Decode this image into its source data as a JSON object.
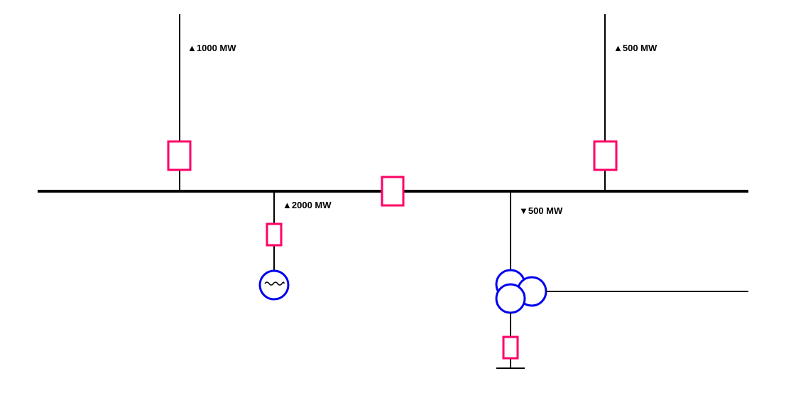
{
  "colors": {
    "breaker": "#ff0066",
    "equipment": "#0000ee",
    "line": "#000000"
  },
  "flows": {
    "feeder_left": "1000 MW",
    "feeder_right": "500 MW",
    "generator": "2000 MW",
    "transformer": "500 MW"
  },
  "arrows": {
    "up": "▲",
    "down": "▼"
  },
  "icons": {
    "breaker": "breaker-rect-icon",
    "generator": "generator-circle-icon",
    "transformer": "three-winding-transformer-icon",
    "ground": "ground-icon"
  }
}
